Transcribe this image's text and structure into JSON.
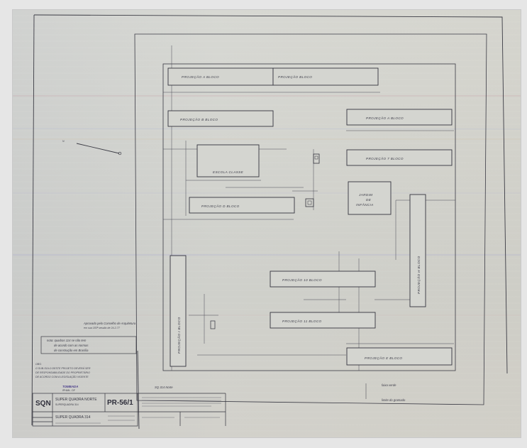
{
  "drawing": {
    "blocks": [
      {
        "id": "top-left",
        "label": "PROJEÇÃO A   BLOCO"
      },
      {
        "id": "top-right",
        "label": "PROJEÇÃO   BLOCO"
      },
      {
        "id": "row2-left",
        "label": "PROJEÇÃO B   BLOCO"
      },
      {
        "id": "row2-right",
        "label": "PROJEÇÃO A   BLOCO"
      },
      {
        "id": "row3-right",
        "label": "PROJEÇÃO 7   BLOCO"
      },
      {
        "id": "mid-left",
        "label": "PROJEÇÃO D   BLOCO"
      },
      {
        "id": "lower-center-1",
        "label": "PROJEÇÃO 10   BLOCO"
      },
      {
        "id": "lower-center-2",
        "label": "PROJEÇÃO 11   BLOCO"
      },
      {
        "id": "bottom-right",
        "label": "PROJEÇÃO E   BLOCO"
      },
      {
        "id": "vertical-left",
        "label": "PROJEÇÃO I   BLOCO"
      },
      {
        "id": "vertical-right",
        "label": "PROJEÇÃO H   BLOCO"
      }
    ],
    "school": {
      "label": "ESCOLA CLASSE"
    },
    "garden": {
      "line1": "JARDIM",
      "line2": "DE",
      "line3": "INFÂNCIA"
    },
    "notes": {
      "approval": "Aprovado pelo Conselho de Arquitetura",
      "approval_sub": "em sua 183ª sessão de 24-2-77",
      "box_note_1": "nota: quadras 114 se não tem",
      "box_note_2": "de acordo com as normas",
      "box_note_3": "de construção em Brasília",
      "obs_title": "OBS:",
      "obs_1": "O SUB-SOLO DESTE PROJETO DEVERÁ SER",
      "obs_2": "DE RESPONSABILIDADE DO PROPRIETÁRIO",
      "obs_3": "DE ACORDO COM A LEGISLAÇÃO VIGENTE",
      "road_label": "SQ 314 Norte",
      "faixa_verde": "faixa verde",
      "limite": "limite do gramado"
    },
    "title_block": {
      "code": "SQN",
      "project_line1": "SUPER QUADRA NORTE",
      "project_line2": "SUPERQUADRA 314",
      "sheet_no": "PR-56/1",
      "row_label": "SUPER QUADRA 314",
      "stamp": "TOMBADA",
      "stamp_sub": "IPHAN - DF"
    }
  }
}
